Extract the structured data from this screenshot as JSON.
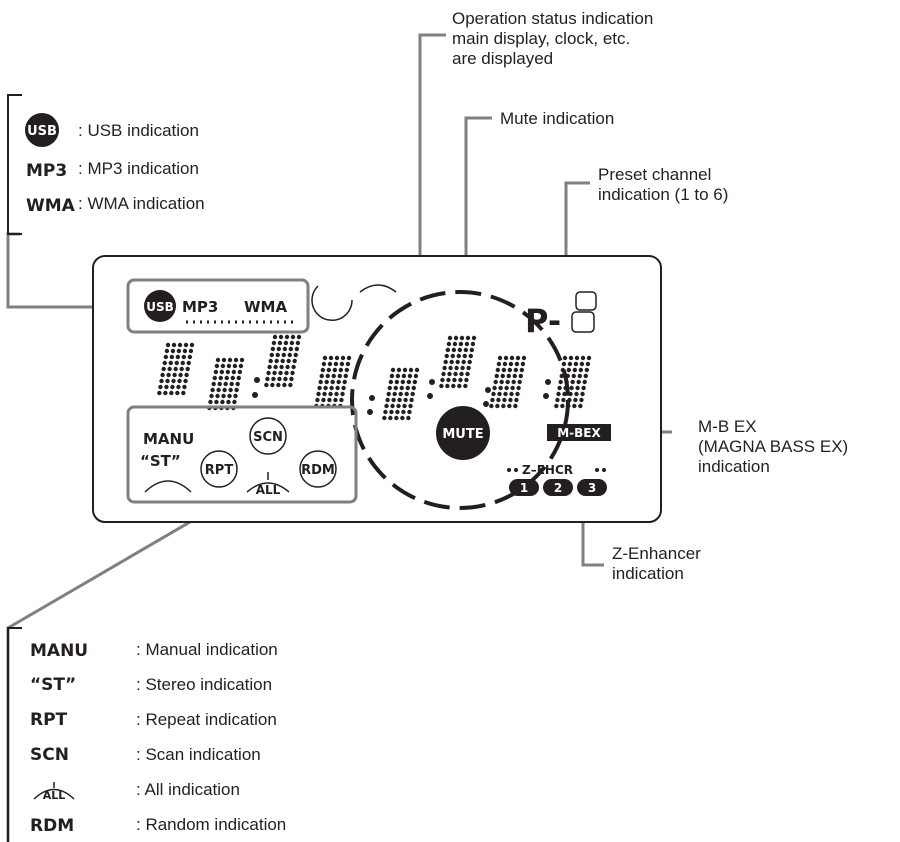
{
  "callouts": {
    "status": [
      "Operation status indication",
      "main display, clock, etc.",
      "are displayed"
    ],
    "mute": "Mute indication",
    "preset": [
      "Preset channel",
      "indication (1 to 6)"
    ],
    "mbex": [
      "M-B EX",
      "(MAGNA BASS EX)",
      "indication"
    ],
    "zenh": [
      "Z-Enhancer",
      "indication"
    ]
  },
  "legend_top": [
    {
      "key": "USB",
      "desc": ": USB indication"
    },
    {
      "key": "MP3",
      "desc": ": MP3 indication"
    },
    {
      "key": "WMA",
      "desc": ": WMA indication"
    }
  ],
  "legend_bottom": [
    {
      "key": "MANU",
      "desc": ": Manual indication"
    },
    {
      "key": "“ST”",
      "desc": ": Stereo indication"
    },
    {
      "key": "RPT",
      "desc": ": Repeat indication"
    },
    {
      "key": "SCN",
      "desc": ": Scan indication"
    },
    {
      "key": "ALL",
      "desc": ": All indication"
    },
    {
      "key": "RDM",
      "desc": ": Random indication"
    }
  ],
  "display": {
    "usb": "USB",
    "mp3": "MP3",
    "wma": "WMA",
    "preset_prefix": "P-",
    "manu": "MANU",
    "st": "“ST”",
    "scn": "SCN",
    "rpt": "RPT",
    "rdm": "RDM",
    "all": "ALL",
    "mute": "MUTE",
    "mbex": "M-BEX",
    "zenh": "Z–EHCR",
    "zenh_levels": [
      "1",
      "2",
      "3"
    ]
  },
  "colors": {
    "ink": "#231f20",
    "callout_line": "#808080"
  }
}
